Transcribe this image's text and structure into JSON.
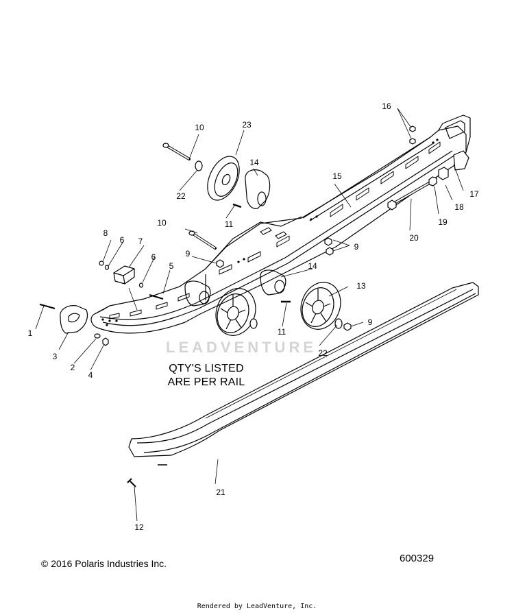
{
  "callouts": [
    {
      "id": "c1",
      "label": "1"
    },
    {
      "id": "c2",
      "label": "2"
    },
    {
      "id": "c3",
      "label": "3"
    },
    {
      "id": "c4",
      "label": "4"
    },
    {
      "id": "c5",
      "label": "5"
    },
    {
      "id": "c6a",
      "label": "6"
    },
    {
      "id": "c6b",
      "label": "6"
    },
    {
      "id": "c7",
      "label": "7"
    },
    {
      "id": "c8",
      "label": "8"
    },
    {
      "id": "c9a",
      "label": "9"
    },
    {
      "id": "c9b",
      "label": "9"
    },
    {
      "id": "c9c",
      "label": "9"
    },
    {
      "id": "c10a",
      "label": "10"
    },
    {
      "id": "c10b",
      "label": "10"
    },
    {
      "id": "c11a",
      "label": "11"
    },
    {
      "id": "c11b",
      "label": "11"
    },
    {
      "id": "c12",
      "label": "12"
    },
    {
      "id": "c13",
      "label": "13"
    },
    {
      "id": "c14a",
      "label": "14"
    },
    {
      "id": "c14b",
      "label": "14"
    },
    {
      "id": "c15",
      "label": "15"
    },
    {
      "id": "c16",
      "label": "16"
    },
    {
      "id": "c17",
      "label": "17"
    },
    {
      "id": "c18",
      "label": "18"
    },
    {
      "id": "c19",
      "label": "19"
    },
    {
      "id": "c20",
      "label": "20"
    },
    {
      "id": "c21",
      "label": "21"
    },
    {
      "id": "c22a",
      "label": "22"
    },
    {
      "id": "c22b",
      "label": "22"
    },
    {
      "id": "c23",
      "label": "23"
    }
  ],
  "note": {
    "line1": "QTY'S LISTED",
    "line2": "ARE PER RAIL"
  },
  "watermark": "LEADVENTURE",
  "copyright": "© 2016 Polaris Industries Inc.",
  "diagram_id": "600329",
  "rendered_by": "Rendered by LeadVenture, Inc."
}
